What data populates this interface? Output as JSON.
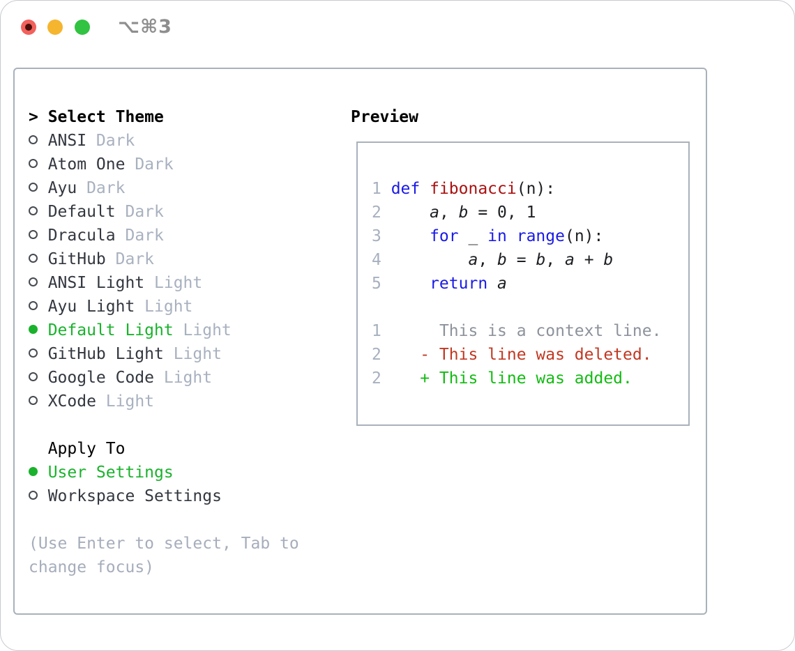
{
  "window": {
    "title": "⌥⌘3",
    "traffic_lights": {
      "close_color": "#f2615c",
      "close_dot_color": "#4a0e0b",
      "minimize_color": "#f5b52f",
      "zoom_color": "#31c341"
    }
  },
  "colors": {
    "selected_green": "#1ab22c",
    "keyword_blue": "#1a1ae6",
    "function_red": "#aa1111",
    "deleted_red": "#c13822",
    "added_green": "#13bb13",
    "context_gray": "#8d929b",
    "tag_gray": "#a8b1bf",
    "line_number_gray": "#a7b0bf",
    "panel_border": "#a9b1bb"
  },
  "theme_panel": {
    "header": {
      "prompt": ">",
      "label": "Select Theme"
    },
    "items": [
      {
        "label": "ANSI",
        "tag": "Dark",
        "selected": false
      },
      {
        "label": "Atom One",
        "tag": "Dark",
        "selected": false
      },
      {
        "label": "Ayu",
        "tag": "Dark",
        "selected": false
      },
      {
        "label": "Default",
        "tag": "Dark",
        "selected": false
      },
      {
        "label": "Dracula",
        "tag": "Dark",
        "selected": false
      },
      {
        "label": "GitHub",
        "tag": "Dark",
        "selected": false
      },
      {
        "label": "ANSI Light",
        "tag": "Light",
        "selected": false
      },
      {
        "label": "Ayu Light",
        "tag": "Light",
        "selected": false
      },
      {
        "label": "Default Light",
        "tag": "Light",
        "selected": true
      },
      {
        "label": "GitHub Light",
        "tag": "Light",
        "selected": false
      },
      {
        "label": "Google Code",
        "tag": "Light",
        "selected": false
      },
      {
        "label": "XCode",
        "tag": "Light",
        "selected": false
      }
    ],
    "apply_to": {
      "label": "Apply To",
      "options": [
        {
          "label": "User Settings",
          "selected": true
        },
        {
          "label": "Workspace Settings",
          "selected": false
        }
      ]
    },
    "hint": "(Use Enter to select, Tab to change focus)"
  },
  "preview": {
    "header": "Preview",
    "code_lines": [
      {
        "num": "1",
        "tokens": [
          {
            "t": "def",
            "c": "kw"
          },
          {
            "t": " "
          },
          {
            "t": "fibonacci",
            "c": "fn"
          },
          {
            "t": "(n):"
          }
        ]
      },
      {
        "num": "2",
        "tokens": [
          {
            "t": "    "
          },
          {
            "t": "a",
            "c": "var"
          },
          {
            "t": ", "
          },
          {
            "t": "b",
            "c": "var"
          },
          {
            "t": " = 0, 1"
          }
        ]
      },
      {
        "num": "3",
        "tokens": [
          {
            "t": "    "
          },
          {
            "t": "for",
            "c": "kw"
          },
          {
            "t": " _ "
          },
          {
            "t": "in",
            "c": "kw"
          },
          {
            "t": " "
          },
          {
            "t": "range",
            "c": "kw"
          },
          {
            "t": "(n):"
          }
        ]
      },
      {
        "num": "4",
        "tokens": [
          {
            "t": "        "
          },
          {
            "t": "a",
            "c": "var"
          },
          {
            "t": ", "
          },
          {
            "t": "b",
            "c": "var"
          },
          {
            "t": " = "
          },
          {
            "t": "b",
            "c": "var"
          },
          {
            "t": ", "
          },
          {
            "t": "a",
            "c": "var"
          },
          {
            "t": " + "
          },
          {
            "t": "b",
            "c": "var"
          }
        ]
      },
      {
        "num": "5",
        "tokens": [
          {
            "t": "    "
          },
          {
            "t": "return",
            "c": "kw"
          },
          {
            "t": " "
          },
          {
            "t": "a",
            "c": "var"
          }
        ]
      },
      {
        "num": "",
        "tokens": []
      },
      {
        "num": "1",
        "tokens": [
          {
            "t": "     "
          },
          {
            "t": "This is a context line.",
            "c": "ctx"
          }
        ]
      },
      {
        "num": "2",
        "tokens": [
          {
            "t": "   "
          },
          {
            "t": "- This line was deleted.",
            "c": "del"
          }
        ]
      },
      {
        "num": "2",
        "tokens": [
          {
            "t": "   "
          },
          {
            "t": "+ This line was added.",
            "c": "add"
          }
        ]
      }
    ]
  }
}
